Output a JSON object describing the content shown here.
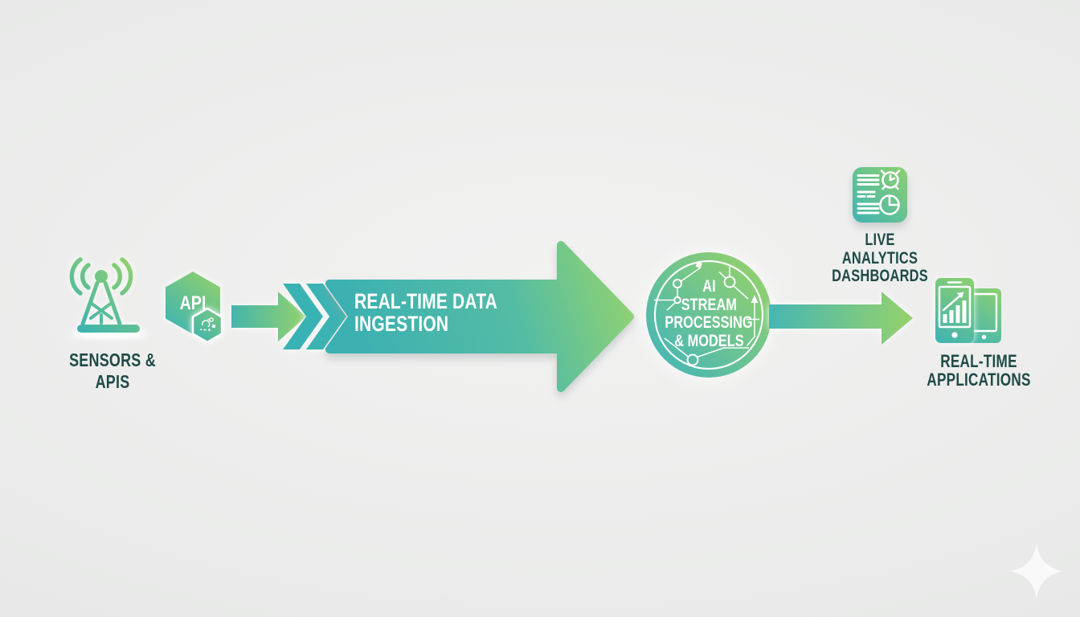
{
  "palette": {
    "teal": "#3cb2b1",
    "green": "#94d26b",
    "label_dark": "#1f4a47",
    "arrow_text_white": "#ffffff",
    "background_gray": "#eaebea"
  },
  "pipeline": {
    "sensors": {
      "label": "SENSORS & APIS",
      "icon": "radio-tower-icon"
    },
    "api_badge": {
      "label": "API",
      "icon": "api-hexagon-icon"
    },
    "ingestion_arrow": {
      "label_line1": "REAL-TIME DATA",
      "label_line2": "INGESTION",
      "icon": "flow-arrow-icon"
    },
    "ai_core": {
      "label_line1": "AI",
      "label_line2": "STREAM",
      "label_line3": "PROCESSING",
      "label_line4": "& MODELS",
      "icon": "ai-circuit-circle-icon"
    },
    "dashboards": {
      "label_line1": "LIVE ANALYTICS",
      "label_line2": "DASHBOARDS",
      "icon": "analytics-dashboard-icon"
    },
    "applications": {
      "label_line1": "REAL-TIME",
      "label_line2": "APPLICATIONS",
      "icon": "mobile-devices-icon"
    }
  },
  "decor": {
    "sparkle": "four-point-sparkle-icon"
  }
}
